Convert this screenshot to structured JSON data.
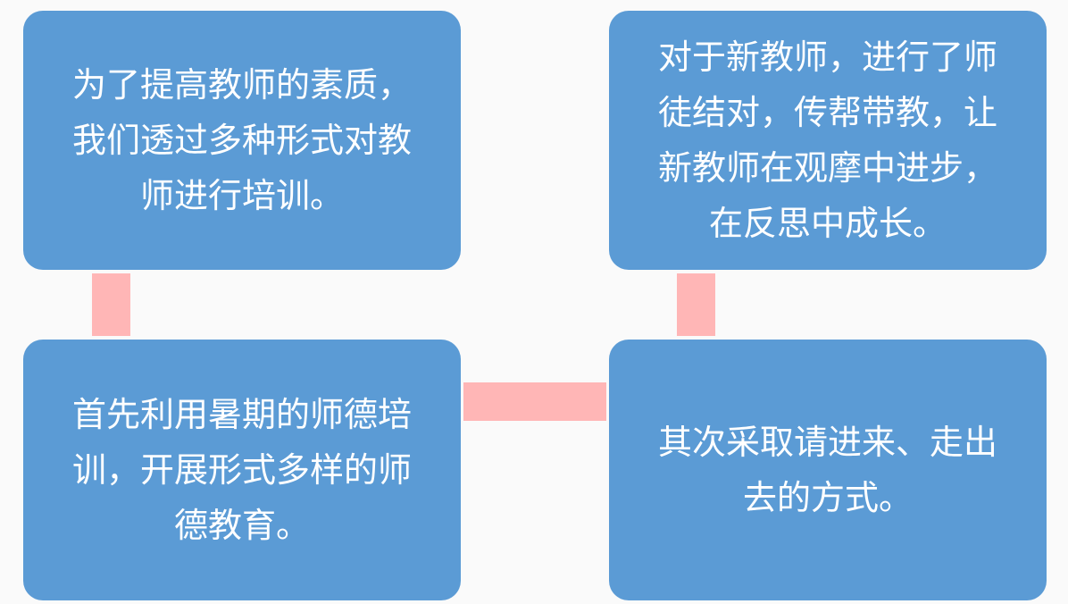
{
  "colors": {
    "box_fill": "#5b9bd5",
    "box_text": "#ffffff",
    "connector": "#ffb6b6",
    "background": "#fafafa"
  },
  "boxes": {
    "top_left": {
      "lines": [
        "为了提高教师的素质，",
        "我们透过多种形式对教",
        "师进行培训。"
      ]
    },
    "top_right": {
      "lines": [
        "对于新教师，进行了师",
        "徒结对，传帮带教，让",
        "新教师在观摩中进步，",
        "在反思中成长。"
      ]
    },
    "bottom_left": {
      "lines": [
        "首先利用暑期的师德培",
        "训，开展形式多样的师",
        "德教育。"
      ]
    },
    "bottom_right": {
      "lines": [
        "其次采取请进来、走出",
        "去的方式。"
      ]
    }
  }
}
